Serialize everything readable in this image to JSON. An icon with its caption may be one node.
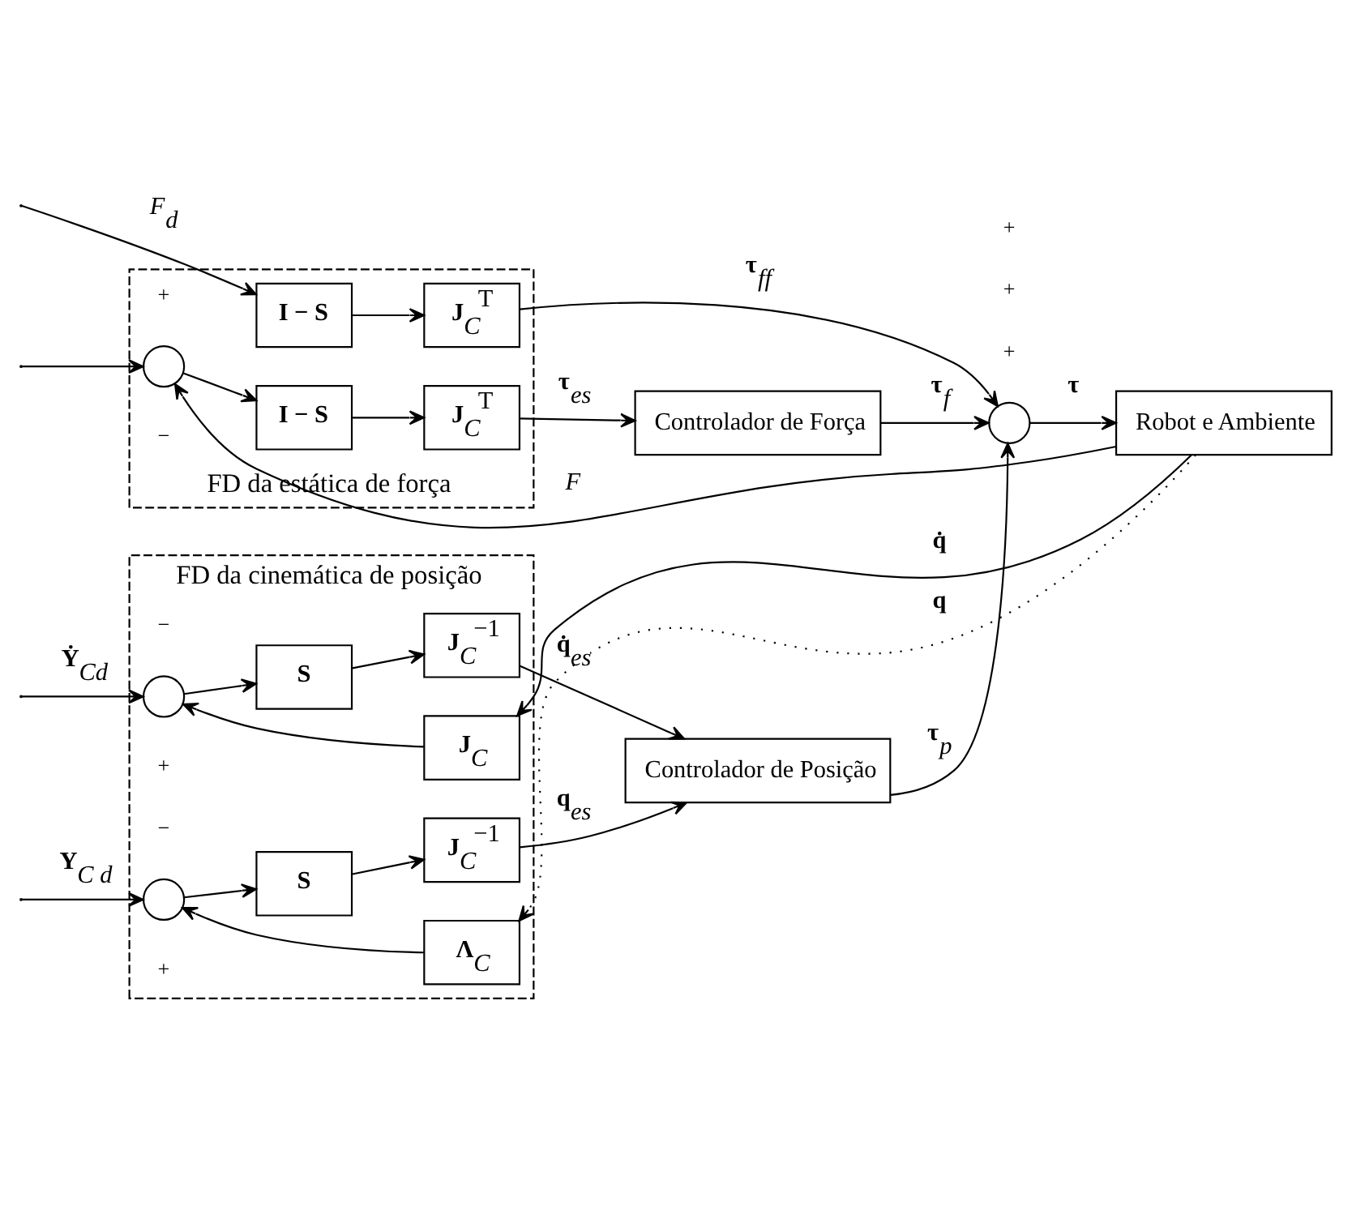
{
  "diagram": {
    "nodes": [
      {
        "text": [
          "FD da cinemática de posição"
        ]
      },
      {
        "text": [
          "**J**$_{C}$"
        ],
        "in": 0
      },
      {
        "text": [
          "**Λ**$_{C}$"
        ],
        "in": 0
      },
      {
        "text": [],
        "shape": "circle",
        "in": 0
      },
      {
        "text": [],
        "shape": "circle",
        "in": 0
      },
      {
        "text": [
          "**S**"
        ],
        "in": 0
      },
      {
        "text": [
          "**S**"
        ],
        "in": 0
      },
      {
        "text": [
          "**J**$_{C}$$^{−1}$"
        ],
        "in": 0
      },
      {
        "text": [
          "**J**$_{C}$$^{−1}$"
        ],
        "in": 0
      },
      {
        "text": [
          "Controlador de Posição"
        ]
      },
      {
        "text": [],
        "shape": "circle"
      },
      {
        "text": [
          "Robot e Ambiente"
        ]
      },
      {
        "text": [
          "FD da estática de força"
        ]
      },
      {
        "text": [
          "**I − S**"
        ],
        "in": 12
      },
      {
        "text": [],
        "shape": "circle",
        "in": 12
      },
      {
        "text": [
          "**I − S**"
        ],
        "in": 12
      },
      {
        "text": [
          "**J**$_{C}$$^{T}$"
        ],
        "in": 12
      },
      {
        "text": [
          "**J**$_{C}$$^{T}$"
        ],
        "in": 12
      },
      {
        "text": [
          "Controlador de Força"
        ]
      }
    ],
    "edges": [
      {
        "from": null,
        "to": 3,
        "arrow": "to",
        "label": "**Ẏ**$_{Cd}$"
      },
      {
        "from": null,
        "to": 4,
        "arrow": "to",
        "label": "**Y**$_{C d}$"
      },
      {
        "from": 1,
        "to": 3,
        "arrow": "to"
      },
      {
        "from": 2,
        "to": 4,
        "arrow": "to"
      },
      {
        "from": 3,
        "to": 5,
        "arrow": "to"
      },
      {
        "from": 5,
        "to": 7,
        "arrow": "to"
      },
      {
        "from": 7,
        "to": 9,
        "arrow": "to",
        "label": "**q̇**$_{es}$"
      },
      {
        "from": 4,
        "to": 6,
        "arrow": "to"
      },
      {
        "from": 6,
        "to": 8,
        "arrow": "to"
      },
      {
        "from": 8,
        "to": 9,
        "arrow": "to",
        "label": "**q**$_{es}$"
      },
      {
        "from": 9,
        "to": 10,
        "arrow": "to",
        "label": "**τ**$_{p}$"
      },
      {
        "from": 10,
        "to": 11,
        "arrow": "to",
        "label": "**τ**"
      },
      {
        "from": 11,
        "to": 1,
        "arrow": "to",
        "label": "**q̇**"
      },
      {
        "from": 11,
        "to": 2,
        "arrow": "to",
        "label": "**q**",
        "style": "dashed"
      },
      {
        "from": null,
        "to": 13,
        "arrow": "to",
        "label": "*F*$_{d}$"
      },
      {
        "from": null,
        "to": 14,
        "arrow": "to"
      },
      {
        "from": 13,
        "to": 16,
        "arrow": "to"
      },
      {
        "from": 16,
        "to": 10,
        "arrow": "to",
        "label": "**τ**$_{ff}$"
      },
      {
        "from": 14,
        "to": 15,
        "arrow": "to"
      },
      {
        "from": 15,
        "to": 17,
        "arrow": "to"
      },
      {
        "from": 17,
        "to": 18,
        "arrow": "to",
        "label": "**τ**$_{es}$"
      },
      {
        "from": 18,
        "to": 10,
        "arrow": "to",
        "label": "**τ**$_{f}$"
      },
      {
        "from": 11,
        "to": 14,
        "arrow": "to",
        "label": "*F*"
      }
    ],
    "labels": [
      "−",
      "+",
      "−",
      "+",
      "+",
      "+",
      "+",
      "+",
      "−"
    ]
  }
}
